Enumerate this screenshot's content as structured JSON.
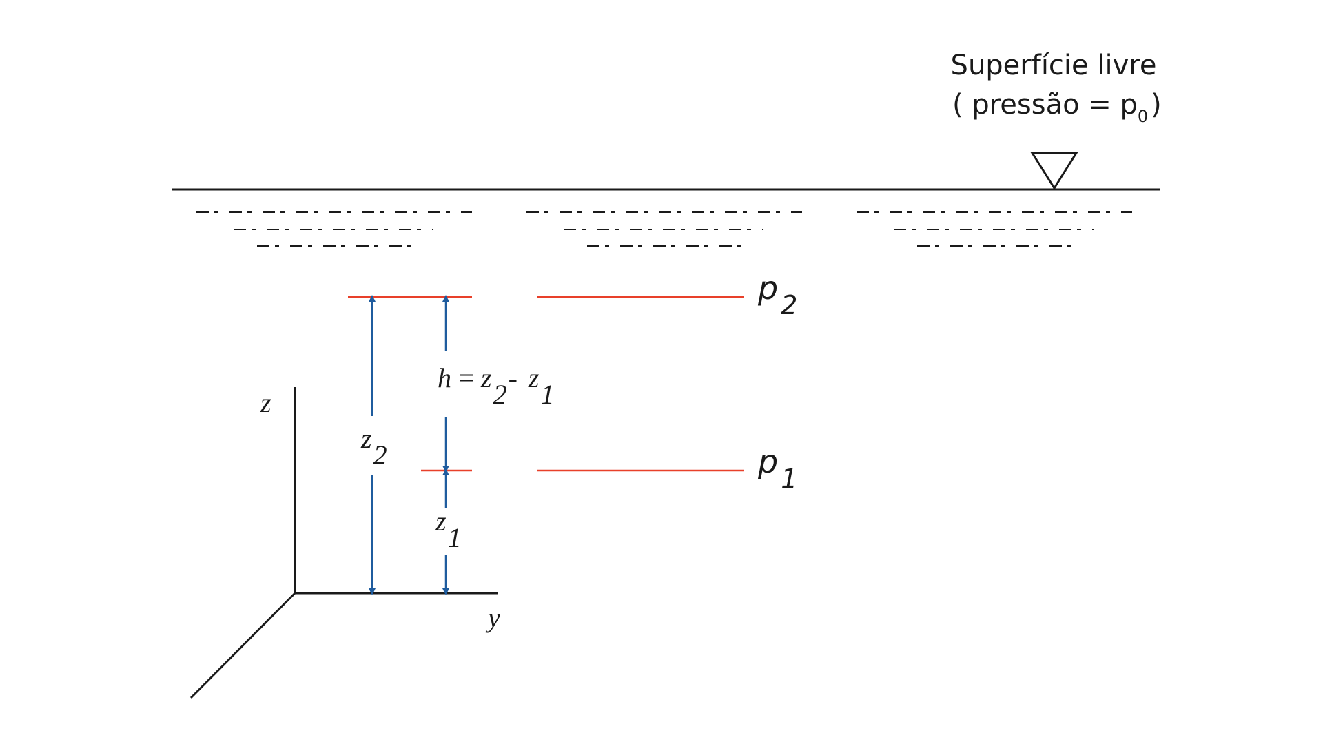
{
  "free_surface": {
    "title": "Superfície livre",
    "pressure_prefix": "( pressão = p",
    "pressure_sub": "0",
    "pressure_suffix": ")"
  },
  "levels": {
    "p2": {
      "main": "p",
      "sub": "2"
    },
    "p1": {
      "main": "p",
      "sub": "1"
    }
  },
  "dimensions": {
    "z2": {
      "main": "z",
      "sub": "2"
    },
    "z1": {
      "main": "z",
      "sub": "1"
    },
    "h": {
      "h": "h",
      "eq": "=",
      "z": "z",
      "sub2": "2",
      "minus": "-",
      "z_b": "z",
      "sub1": "1"
    }
  },
  "axes": {
    "z_label": "z",
    "y_label": "y"
  },
  "colors": {
    "ink": "#1a1a1a",
    "pressure_line": "#e8402a",
    "dimension_arrow": "#1f5c9e"
  }
}
